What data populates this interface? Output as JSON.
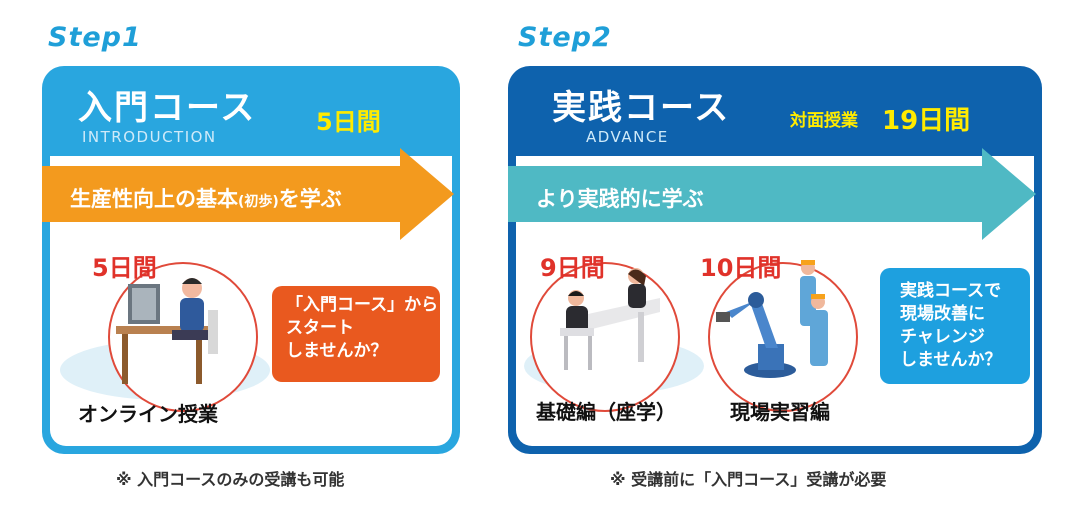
{
  "step1": {
    "step_label": "Step1",
    "title": "入門コース",
    "subtitle": "INTRODUCTION",
    "days": "5日間",
    "arrow_text": "生産性向上の基本",
    "arrow_small": "(初歩)",
    "arrow_tail": "を学ぶ",
    "circle_days": "5日間",
    "caption": "オンライン授業",
    "callout": [
      "「入門コース」から",
      "スタート",
      "しませんか？"
    ],
    "note": "※ 入門コースのみの受講も可能"
  },
  "step2": {
    "step_label": "Step2",
    "title": "実践コース",
    "subtitle": "ADVANCE",
    "days_prefix": "対面授業",
    "days": "19日間",
    "arrow_text": "より実践的に学ぶ",
    "left_days": "9日間",
    "left_caption": "基礎編（座学）",
    "right_days": "10日間",
    "right_caption": "現場実習編",
    "callout": [
      "実践コースで",
      "現場改善に",
      "チャレンジ",
      "しませんか？"
    ],
    "note": "※ 受講前に「入門コース」受講が必要"
  },
  "colors": {
    "step1_panel": "#29a6df",
    "step2_panel": "#0e62ad",
    "orange_arrow": "#f39a1e",
    "teal_arrow": "#4fb9c4",
    "yellow": "#ffeb00",
    "callout_orange": "#e9591f",
    "callout_blue": "#1ea0df",
    "red": "#e0322a"
  }
}
